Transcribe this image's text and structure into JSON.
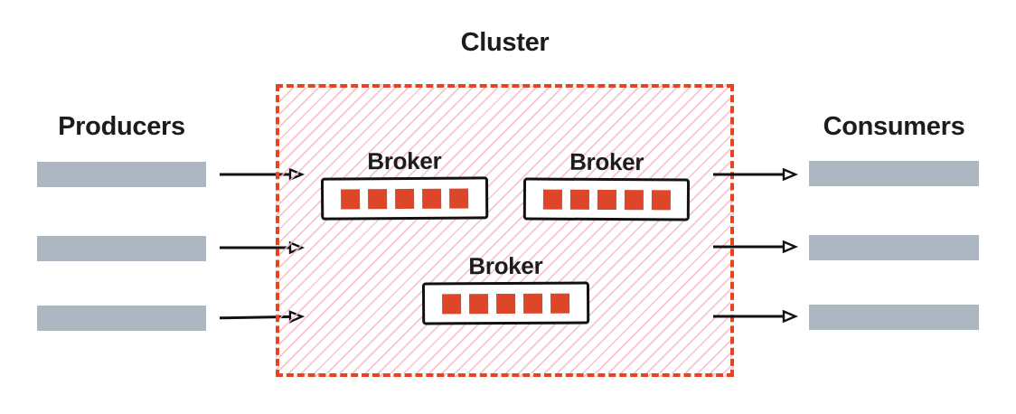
{
  "title": "Cluster",
  "producers": {
    "label": "Producers",
    "count": 3
  },
  "consumers": {
    "label": "Consumers",
    "count": 3
  },
  "brokers": [
    {
      "label": "Broker",
      "partitions": 5
    },
    {
      "label": "Broker",
      "partitions": 5
    },
    {
      "label": "Broker",
      "partitions": 5
    }
  ],
  "arrows": {
    "producer_to_cluster": 3,
    "cluster_to_consumer": 3
  },
  "colors": {
    "cluster_border": "#e8431d",
    "hatch_pink": "#f6b9c7",
    "partition_red": "#dd4628",
    "bar_gray": "#adb7c2",
    "text": "#1c1c1c",
    "arrow_black": "#111111",
    "broker_border": "#111111"
  }
}
